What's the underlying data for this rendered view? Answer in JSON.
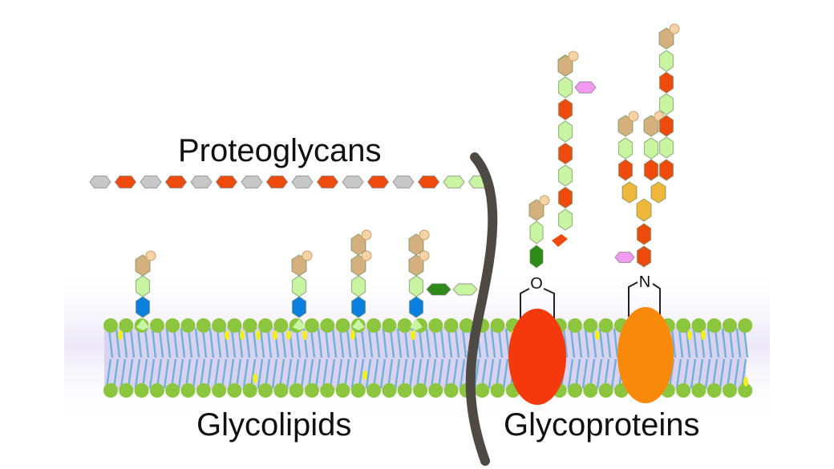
{
  "labels": {
    "proteoglycans": "Proteoglycans",
    "glycolipids": "Glycolipids",
    "glycoproteins": "Glycoproteins",
    "o_link": "O",
    "n_link": "N"
  },
  "colors": {
    "gray_sugar": "#c8c8c8",
    "red_sugar": "#ee4a0e",
    "light_green_sugar": "#c9f5a3",
    "tan_sugar": "#d4b07e",
    "blue_sugar": "#0a7fe0",
    "dark_green_sugar": "#2e8b1a",
    "pink_sugar": "#f19af0",
    "yellow_sugar": "#f0b83a",
    "head_group": "#8cc63f",
    "tail": "#6fb2d8",
    "protein_o": "#f5390c",
    "protein_n": "#f8890a",
    "cytoskeleton": "#4e4943"
  },
  "proteoglycan_chain": [
    "gray",
    "red",
    "gray",
    "red",
    "gray",
    "red",
    "gray",
    "red",
    "gray",
    "red",
    "gray",
    "red",
    "gray",
    "red",
    "lgreen",
    "lgreen"
  ],
  "glycolipids": [
    {
      "units": [
        "blue",
        "lgreen",
        "tan"
      ]
    },
    {
      "units": [
        "blue",
        "lgreen",
        "tan"
      ]
    },
    {
      "units": [
        "blue",
        "lgreen",
        "tan",
        "tan"
      ]
    },
    {
      "units": [
        "blue",
        "lgreen",
        "tan",
        "tan"
      ],
      "branch": [
        "dgreen",
        "lgreen"
      ]
    }
  ],
  "glycoproteins": [
    {
      "link": "O",
      "stem": [
        "dgreen",
        "lgreen",
        "tan"
      ]
    },
    {
      "link": "O",
      "long_arm": [
        "red",
        "lgreen",
        "red",
        "lgreen",
        "red",
        "lgreen",
        "red",
        "lgreen",
        "tan"
      ],
      "side": "pink"
    },
    {
      "link": "N",
      "stem": [
        "red",
        "red",
        "yellow"
      ],
      "arms": [
        [
          "yellow",
          "red",
          "lgreen",
          "tan"
        ],
        [
          "yellow",
          "red",
          "lgreen",
          "tan"
        ],
        [
          "red",
          "lgreen",
          "red",
          "lgreen",
          "tan"
        ]
      ],
      "side": "pink"
    }
  ]
}
